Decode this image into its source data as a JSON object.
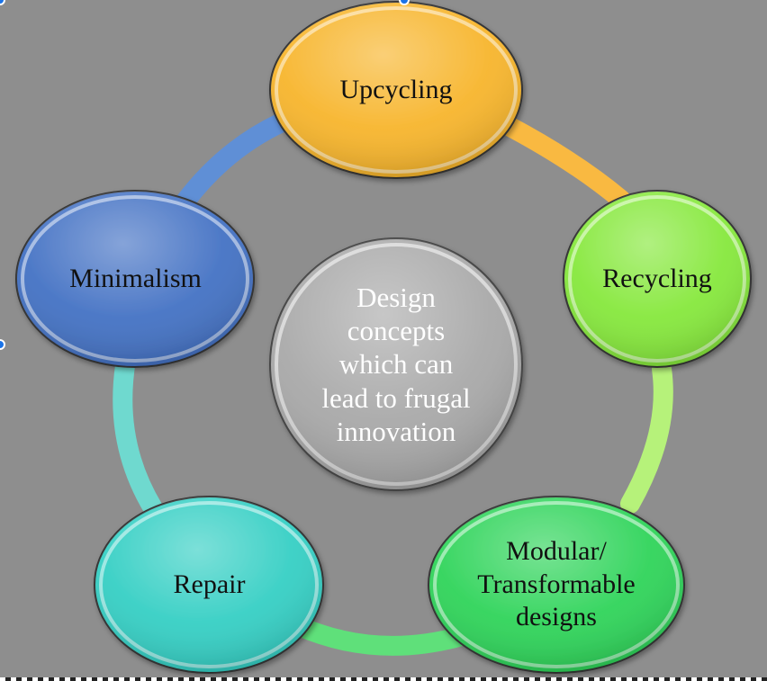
{
  "diagram": {
    "center": {
      "text": "Design\nconcepts\nwhich can\nlead to frugal\ninnovation",
      "color": "#a9a9a9"
    },
    "nodes": [
      {
        "key": "upcycling",
        "text": "Upcycling",
        "color": "#f7b52c"
      },
      {
        "key": "recycling",
        "text": "Recycling",
        "color": "#86e83c"
      },
      {
        "key": "modular",
        "text": "Modular/\nTransformable\ndesigns",
        "color": "#2fd45a"
      },
      {
        "key": "repair",
        "text": "Repair",
        "color": "#35cfc4"
      },
      {
        "key": "minimalism",
        "text": "Minimalism",
        "color": "#4472c4"
      }
    ],
    "ring_colors": {
      "upcycling_recycling": "#f9b941",
      "recycling_modular": "#b6f27a",
      "modular_repair": "#5fe07a",
      "repair_minimalism": "#6fd9cf",
      "minimalism_upcycling": "#5f8fd6"
    },
    "background": "#8e8e8e"
  }
}
